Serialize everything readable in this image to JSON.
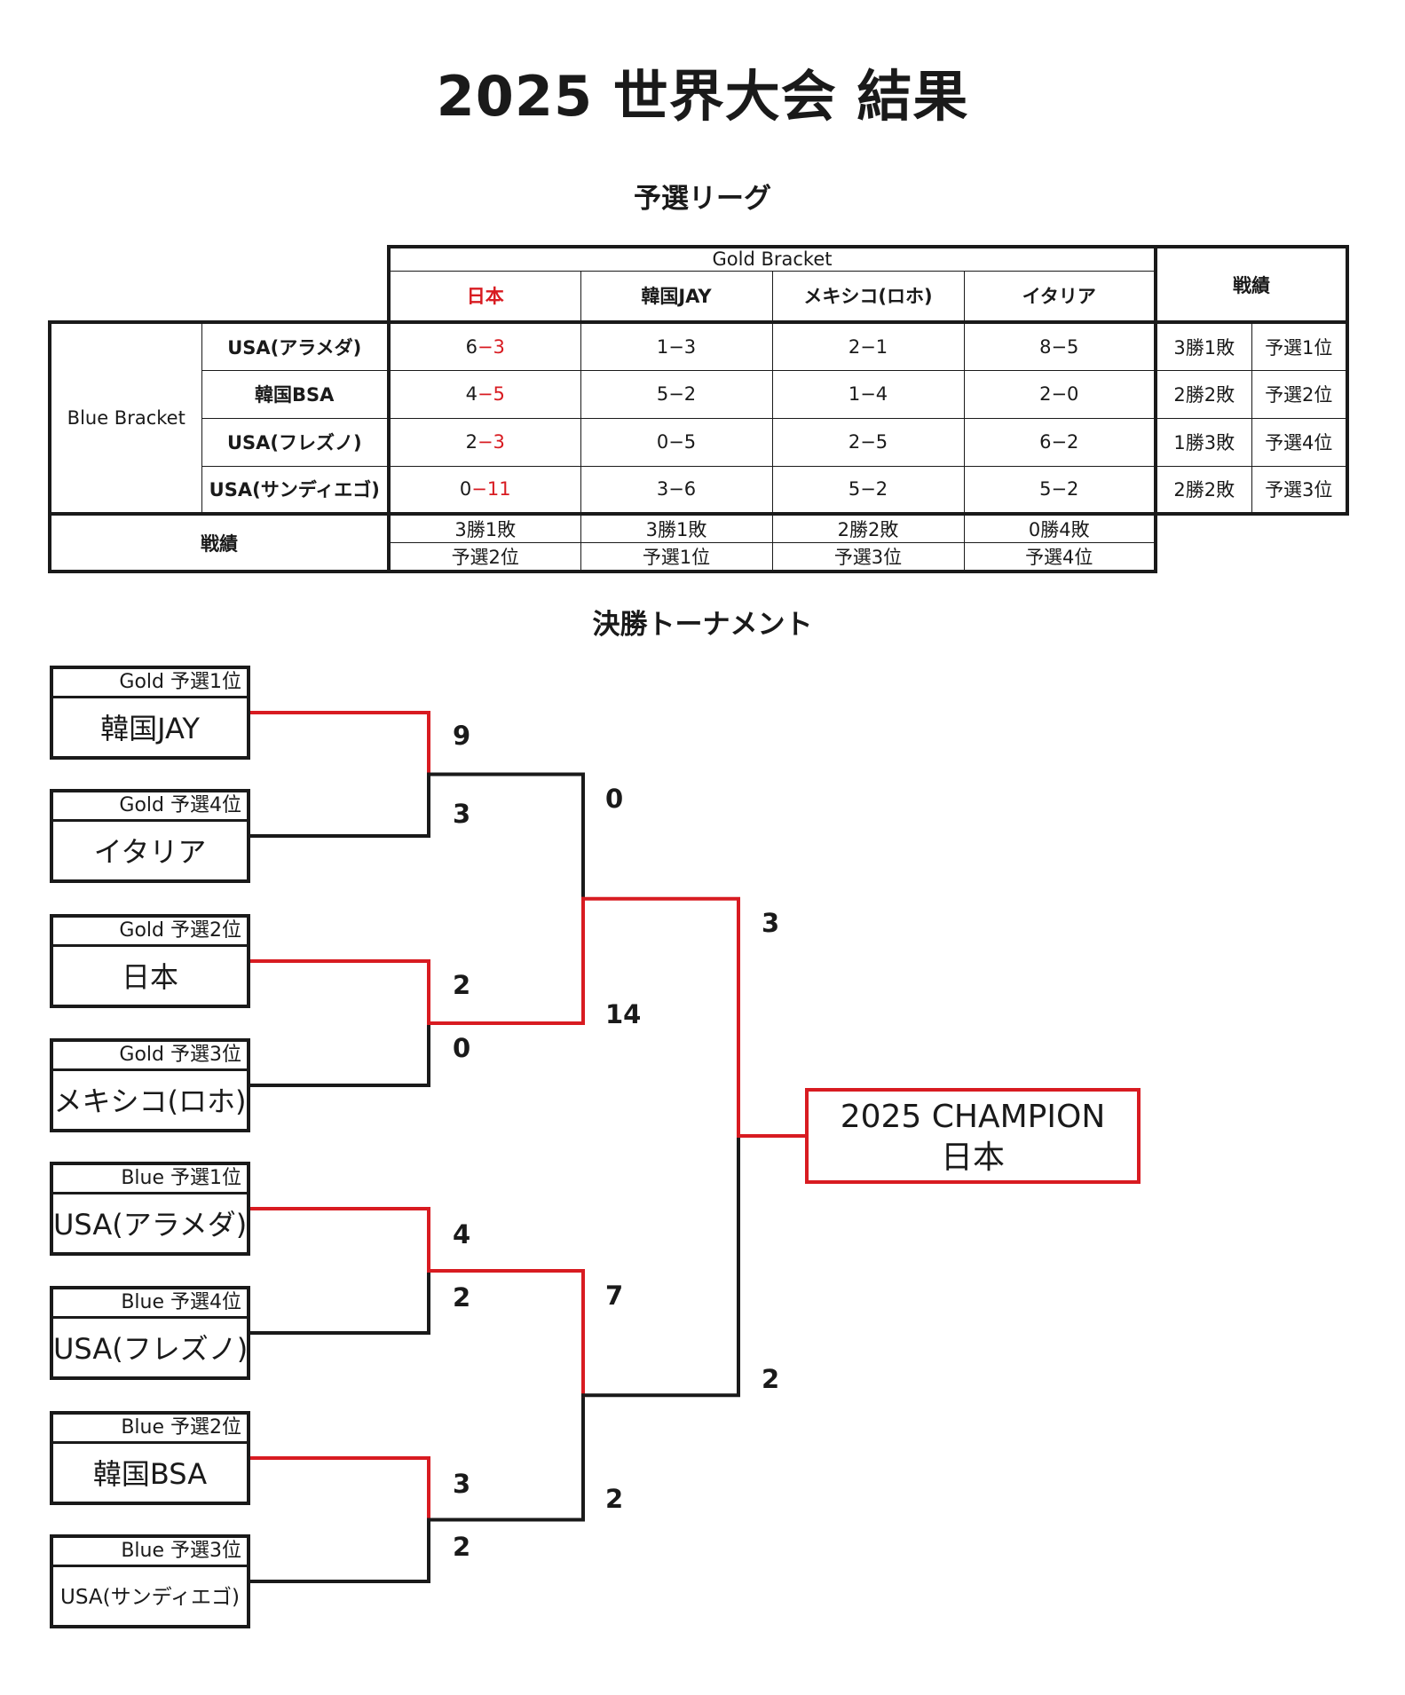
{
  "title": "2025 世界大会 結果",
  "league": {
    "heading": "予選リーグ",
    "gold_label": "Gold Bracket",
    "blue_label": "Blue Bracket",
    "record_label": "戦績",
    "gold_teams": [
      "日本",
      "韓国JAY",
      "メキシコ(ロホ)",
      "イタリア"
    ],
    "rows": [
      {
        "team": "USA(アラメダ)",
        "scores": [
          [
            "6",
            "3"
          ],
          [
            "1",
            "3"
          ],
          [
            "2",
            "1"
          ],
          [
            "8",
            "5"
          ]
        ],
        "record": "3勝1敗",
        "rank": "予選1位"
      },
      {
        "team": "韓国BSA",
        "scores": [
          [
            "4",
            "5"
          ],
          [
            "5",
            "2"
          ],
          [
            "1",
            "4"
          ],
          [
            "2",
            "0"
          ]
        ],
        "record": "2勝2敗",
        "rank": "予選2位"
      },
      {
        "team": "USA(フレズノ)",
        "scores": [
          [
            "2",
            "3"
          ],
          [
            "0",
            "5"
          ],
          [
            "2",
            "5"
          ],
          [
            "6",
            "2"
          ]
        ],
        "record": "1勝3敗",
        "rank": "予選4位"
      },
      {
        "team": "USA(サンディエゴ)",
        "scores": [
          [
            "0",
            "11"
          ],
          [
            "3",
            "6"
          ],
          [
            "5",
            "2"
          ],
          [
            "5",
            "2"
          ]
        ],
        "record": "2勝2敗",
        "rank": "予選3位"
      }
    ],
    "gold_records": [
      "3勝1敗",
      "3勝1敗",
      "2勝2敗",
      "0勝4敗"
    ],
    "gold_ranks": [
      "予選2位",
      "予選1位",
      "予選3位",
      "予選4位"
    ],
    "dash": "−"
  },
  "tournament": {
    "heading": "決勝トーナメント",
    "entries": [
      {
        "seed": "Gold 予選1位",
        "team": "韓国JAY"
      },
      {
        "seed": "Gold 予選4位",
        "team": "イタリア"
      },
      {
        "seed": "Gold 予選2位",
        "team": "日本"
      },
      {
        "seed": "Gold 予選3位",
        "team": "メキシコ(ロホ)"
      },
      {
        "seed": "Blue 予選1位",
        "team": "USA(アラメダ)"
      },
      {
        "seed": "Blue 予選4位",
        "team": "USA(フレズノ)"
      },
      {
        "seed": "Blue 予選2位",
        "team": "韓国BSA"
      },
      {
        "seed": "Blue 予選3位",
        "team": "USA(サンディエゴ)"
      }
    ],
    "r1_scores": [
      "9",
      "3",
      "2",
      "0",
      "4",
      "2",
      "3",
      "2"
    ],
    "r2_scores": [
      "0",
      "14",
      "7",
      "2"
    ],
    "final_scores": [
      "3",
      "2"
    ],
    "champion_label": "2025 CHAMPION",
    "champion_team": "日本",
    "colors": {
      "winner_line": "#d81b21",
      "line": "#1a1a1a"
    }
  }
}
